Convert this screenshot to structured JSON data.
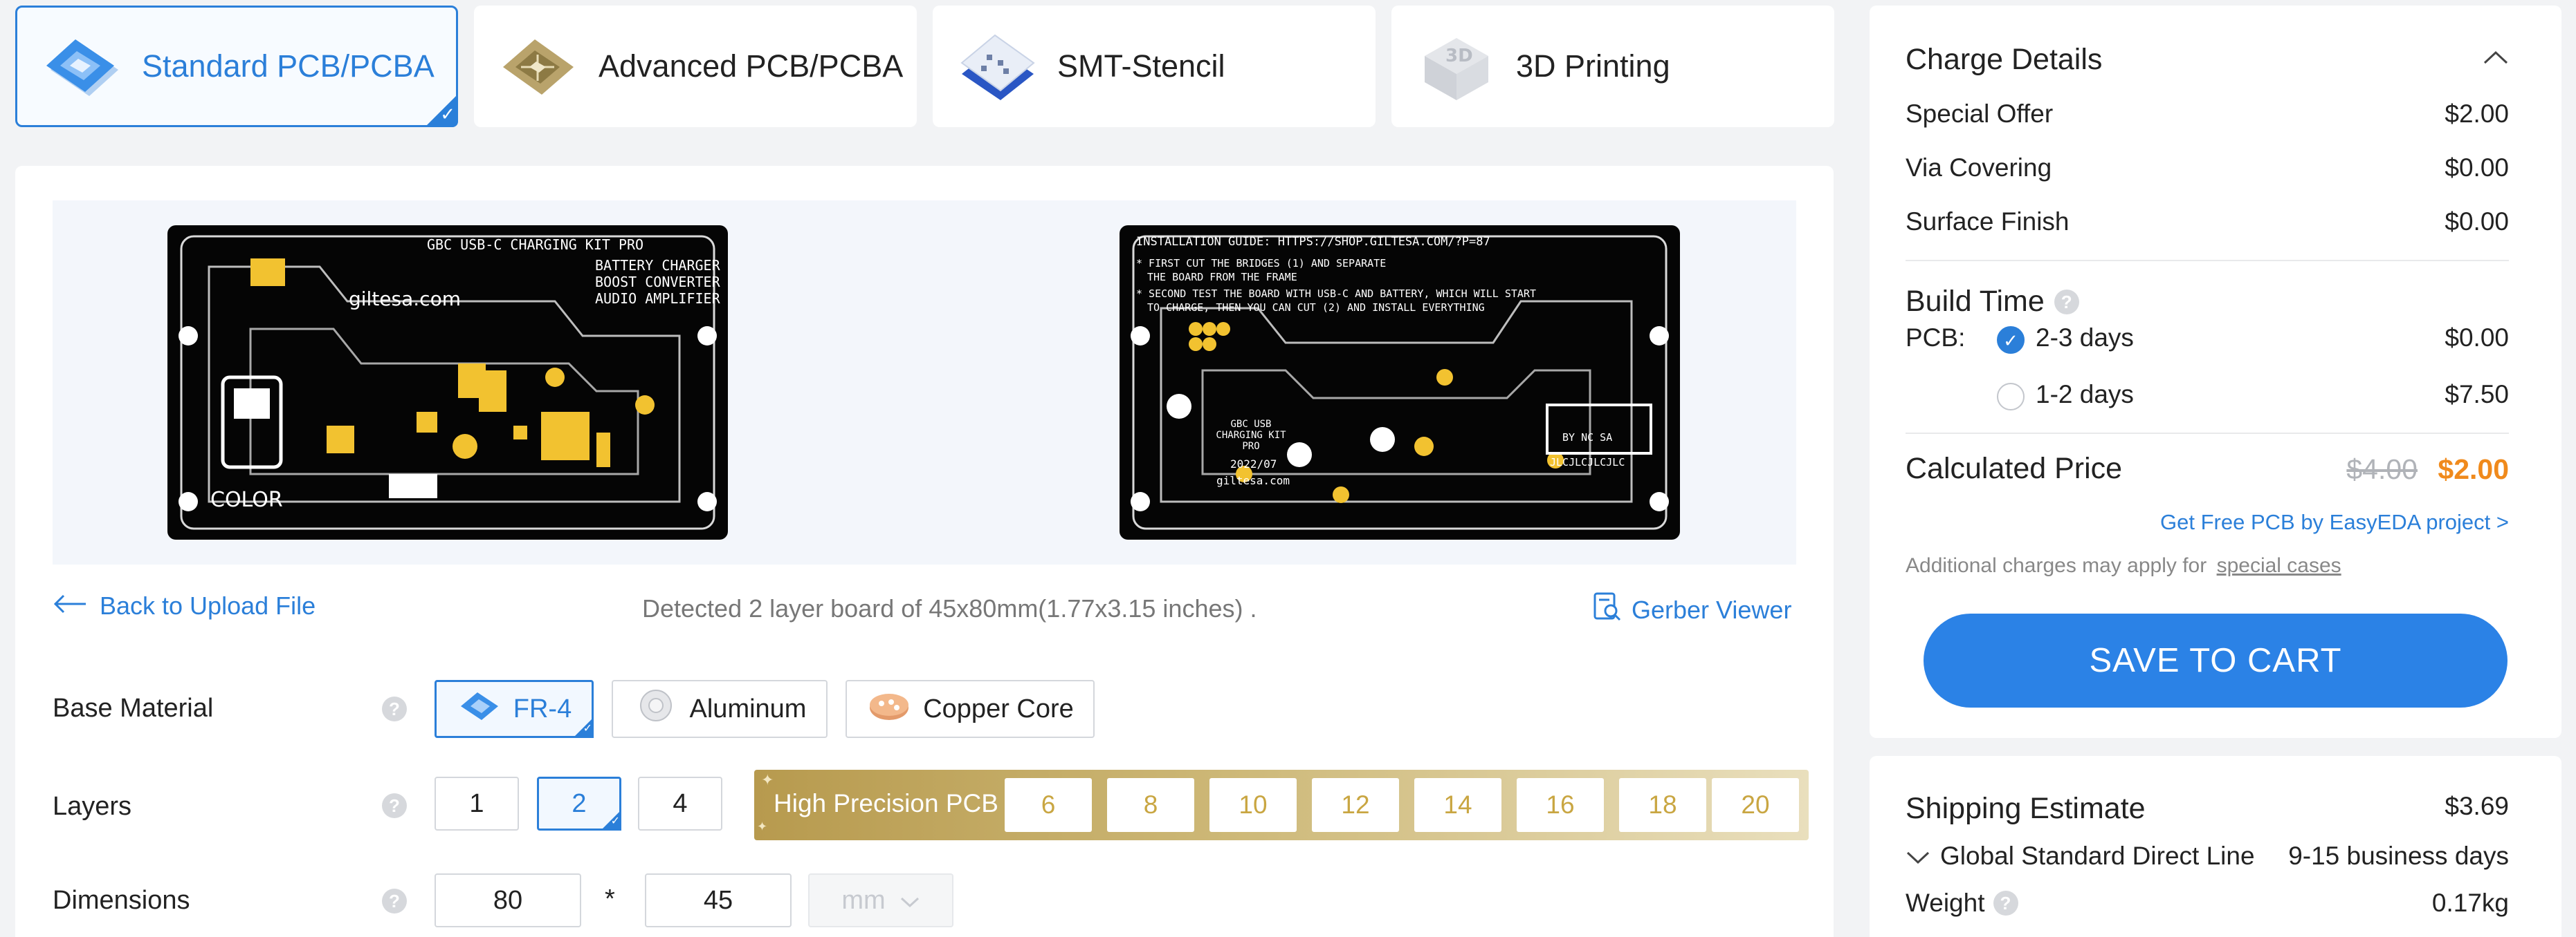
{
  "tabs": [
    {
      "label": "Standard PCB/PCBA",
      "active": true
    },
    {
      "label": "Advanced PCB/PCBA",
      "active": false
    },
    {
      "label": "SMT-Stencil",
      "active": false
    },
    {
      "label": "3D Printing",
      "active": false
    }
  ],
  "preview": {
    "front": {
      "title": "GBC USB-C CHARGING KIT PRO",
      "lines": [
        "BATTERY CHARGER",
        "BOOST CONVERTER",
        "AUDIO AMPLIFIER"
      ],
      "brand": "giltesa.com",
      "color_label": "COLOR"
    },
    "back": {
      "title": "INSTALLATION GUIDE: HTTPS://SHOP.GILTESA.COM/?P=87",
      "line1": "* FIRST CUT THE BRIDGES (1) AND SEPARATE",
      "line2": "THE BOARD FROM THE FRAME",
      "line3": "* SECOND TEST THE BOARD WITH USB-C AND BATTERY, WHICH WILL START",
      "line4": "TO CHARGE, THEN YOU CAN CUT (2) AND INSTALL EVERYTHING",
      "center_text": "GBC USB CHARGING KIT PRO",
      "date": "2022/07",
      "brand": "giltesa.com",
      "license": "BY NC SA",
      "jlc": "JLCJLCJLCJLC"
    }
  },
  "actions": {
    "back_label": "Back to Upload File",
    "detected_text": "Detected 2 layer board of 45x80mm(1.77x3.15 inches) .",
    "gerber_label": "Gerber Viewer"
  },
  "form": {
    "base_material": {
      "label": "Base Material",
      "options": [
        "FR-4",
        "Aluminum",
        "Copper Core"
      ],
      "selected": "FR-4"
    },
    "layers": {
      "label": "Layers",
      "options": [
        "1",
        "2",
        "4"
      ],
      "selected": "2",
      "high_precision_label": "High Precision PCB",
      "high_precision_options": [
        "6",
        "8",
        "10",
        "12",
        "14",
        "16",
        "18",
        "20"
      ]
    },
    "dimensions": {
      "label": "Dimensions",
      "value1": "80",
      "separator": "*",
      "value2": "45",
      "unit": "mm"
    }
  },
  "charge": {
    "title": "Charge Details",
    "rows": [
      {
        "label": "Special Offer",
        "value": "$2.00"
      },
      {
        "label": "Via Covering",
        "value": "$0.00"
      },
      {
        "label": "Surface Finish",
        "value": "$0.00"
      }
    ],
    "build_time": {
      "title": "Build Time",
      "pcb_label": "PCB:",
      "options": [
        {
          "label": "2-3 days",
          "value": "$0.00",
          "selected": true
        },
        {
          "label": "1-2 days",
          "value": "$7.50",
          "selected": false
        }
      ]
    },
    "calculated": {
      "label": "Calculated Price",
      "old_price": "$4.00",
      "new_price": "$2.00"
    },
    "free_pcb_link": "Get Free PCB by EasyEDA project >",
    "note_prefix": "Additional charges may apply for",
    "note_link": "special cases",
    "save_button": "SAVE TO CART"
  },
  "shipping": {
    "title": "Shipping Estimate",
    "price": "$3.69",
    "method": "Global Standard Direct Line",
    "days": "9-15 business days",
    "weight_label": "Weight",
    "weight_value": "0.17kg"
  },
  "colors": {
    "accent": "#2b7fd9",
    "price_orange": "#f08a1c",
    "gold": "#c9a642"
  }
}
